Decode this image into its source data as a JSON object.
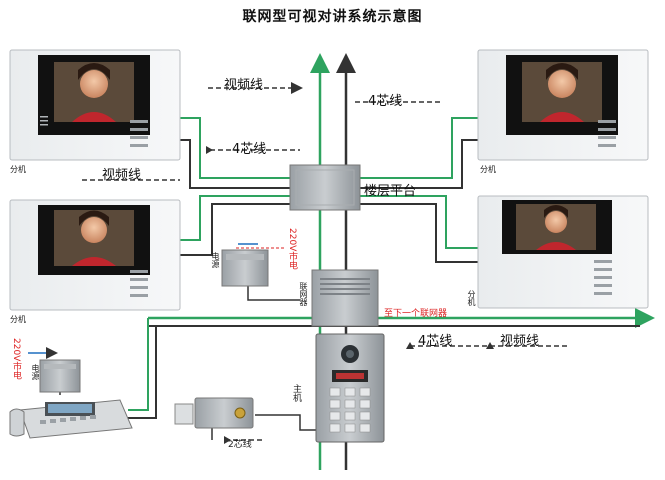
{
  "title": "联网型可视对讲系统示意图",
  "labels": {
    "video_line": "视频线",
    "four_core_line": "4芯线",
    "two_core_line": "2芯线",
    "floor_platform": "楼层平台",
    "to_next_networker": "至下一个联网器",
    "extension": "分机",
    "power": "电源",
    "mains_220v": "220V市电",
    "networker": "联网器",
    "main_unit": "主机"
  },
  "colors": {
    "green_wire": "#2ea35f",
    "dark_wire": "#333333",
    "red_text": "#dd2222"
  }
}
